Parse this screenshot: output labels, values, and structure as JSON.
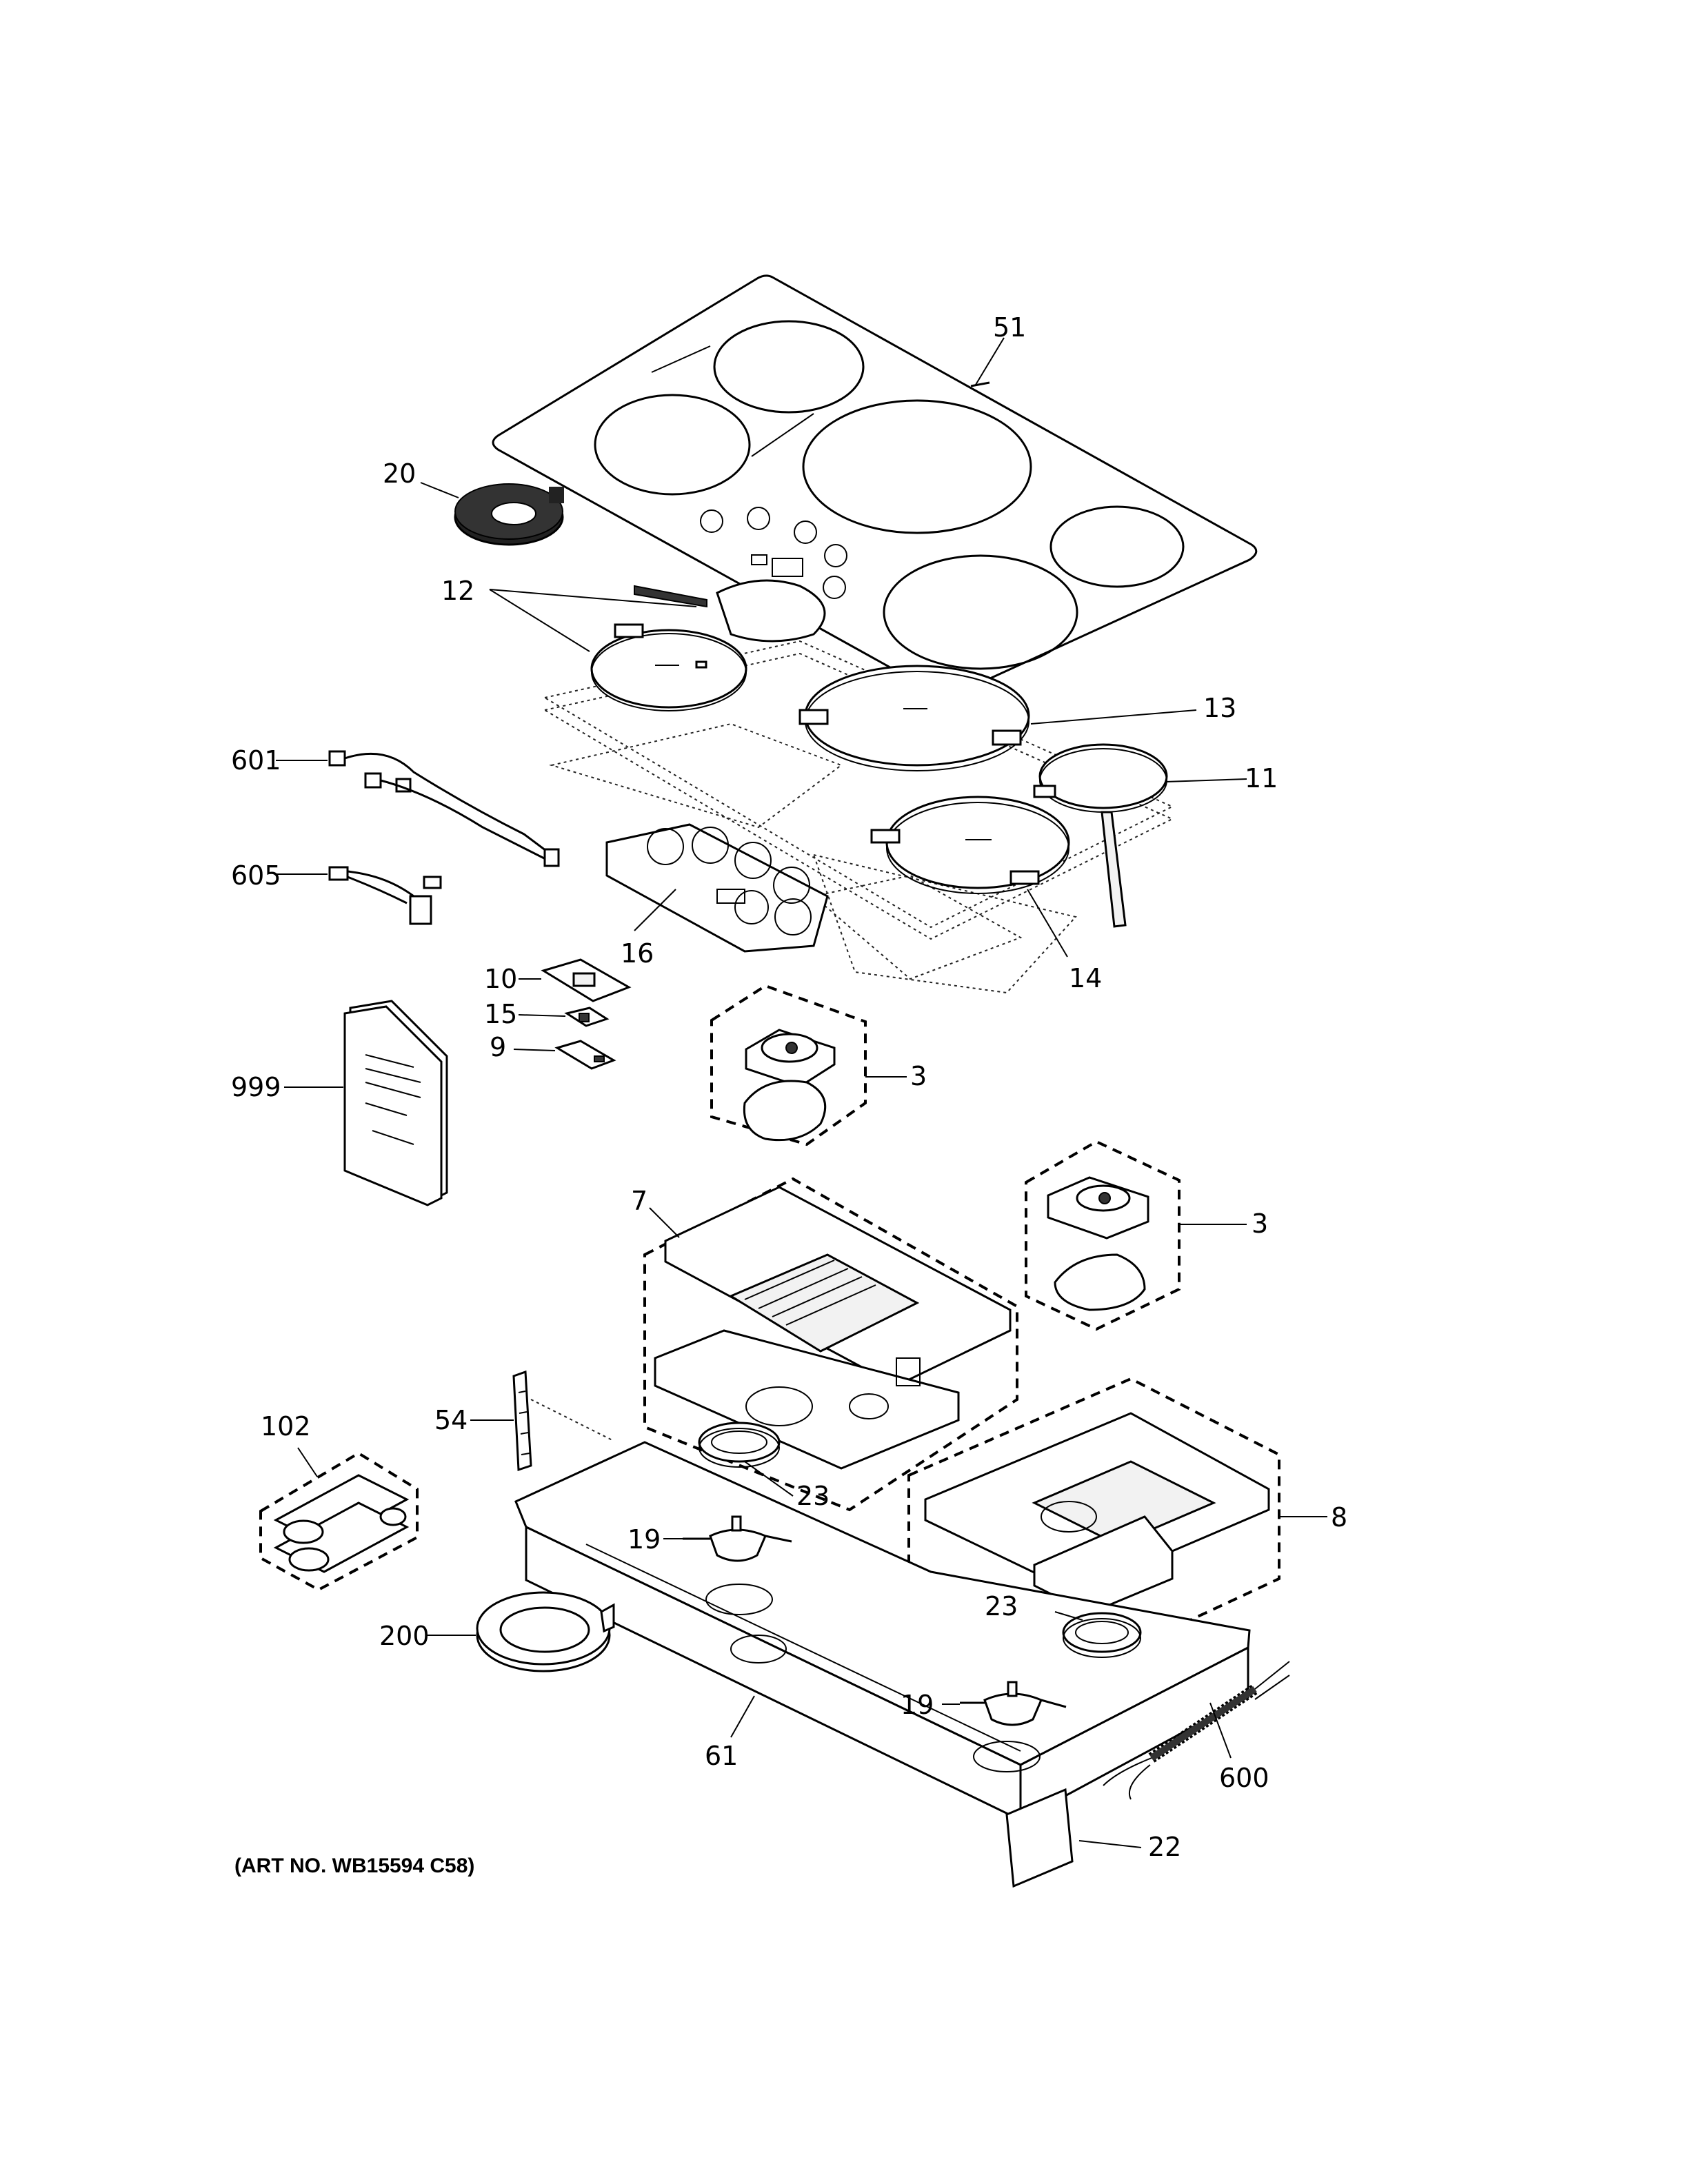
{
  "caption": "(ART NO. WB15594 C58)",
  "parts": {
    "p51": "51",
    "p20": "20",
    "p12": "12",
    "p13": "13",
    "p11": "11",
    "p601": "601",
    "p605": "605",
    "p16": "16",
    "p14": "14",
    "p10": "10",
    "p15": "15",
    "p9": "9",
    "p3a": "3",
    "p3b": "3",
    "p999": "999",
    "p7": "7",
    "p8": "8",
    "p54": "54",
    "p102": "102",
    "p23a": "23",
    "p23b": "23",
    "p19a": "19",
    "p19b": "19",
    "p200": "200",
    "p61": "61",
    "p600": "600",
    "p22": "22"
  }
}
